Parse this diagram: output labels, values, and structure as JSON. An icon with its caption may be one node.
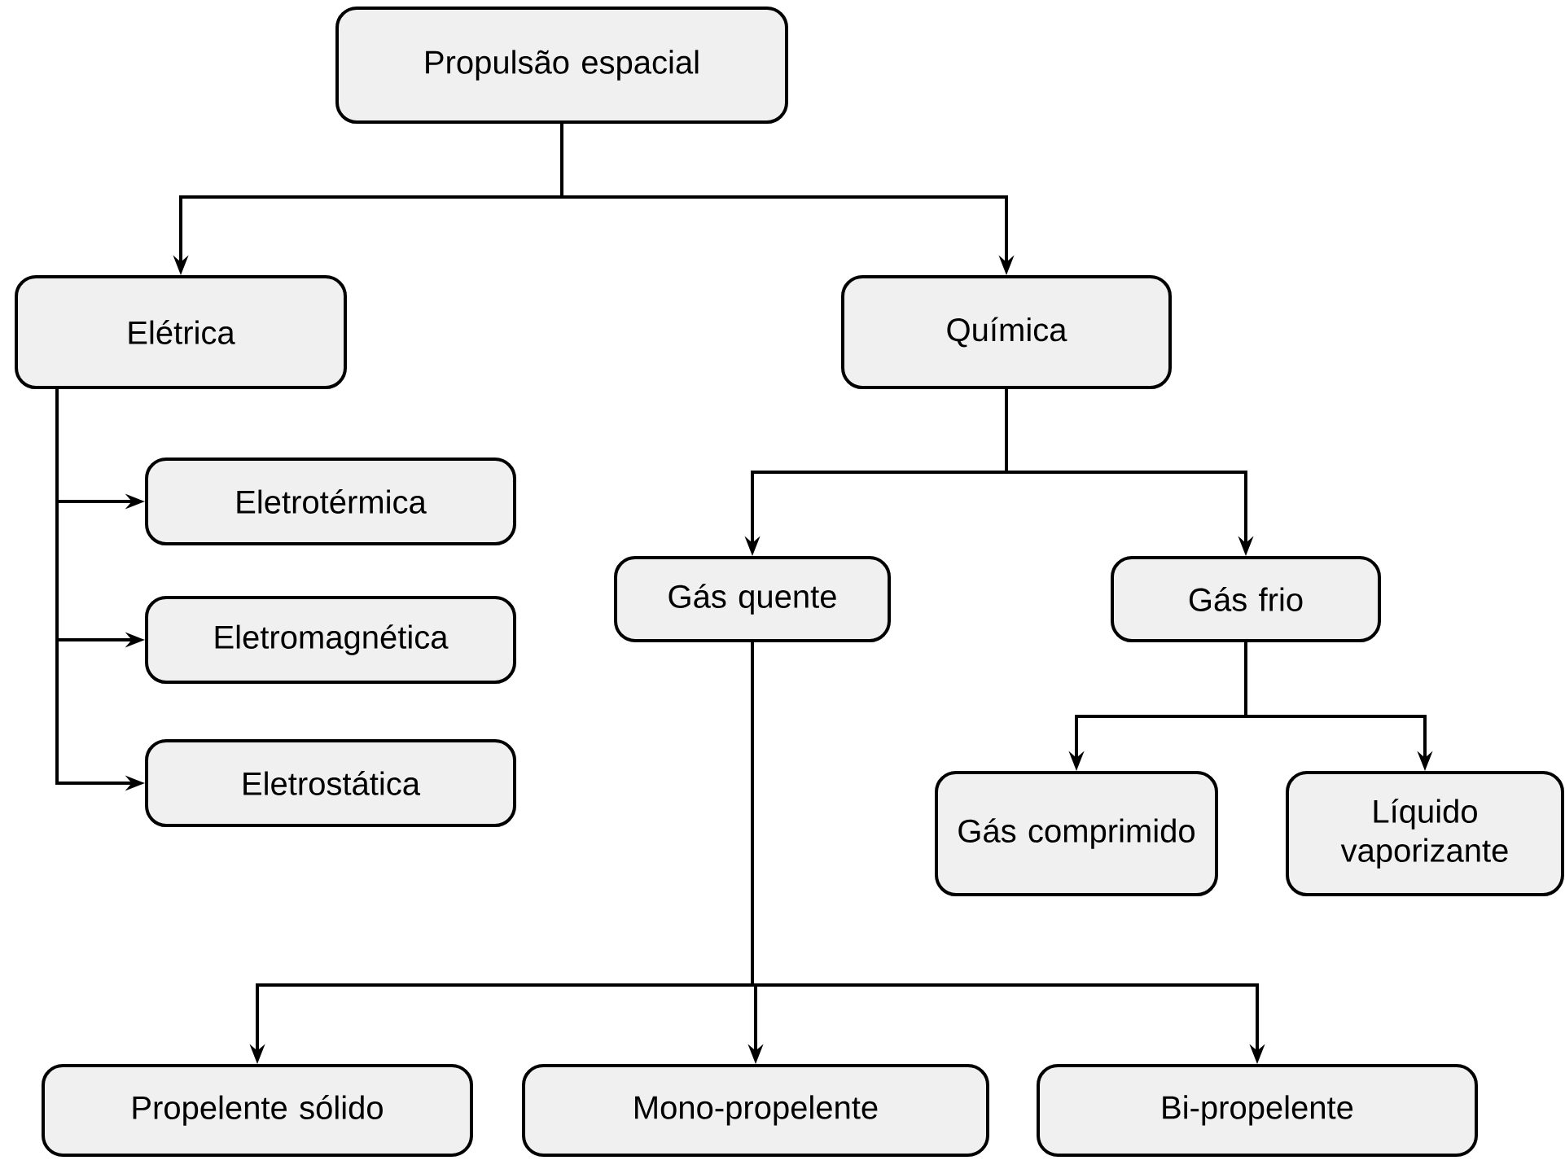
{
  "diagram": {
    "nodes": [
      {
        "text": [
          "Propulsão espacial"
        ]
      },
      {
        "text": [
          "Elétrica"
        ]
      },
      {
        "text": [
          "Química"
        ]
      },
      {
        "text": [
          "Eletrotérmica"
        ]
      },
      {
        "text": [
          "Eletromagnética"
        ]
      },
      {
        "text": [
          "Eletrostática"
        ]
      },
      {
        "text": [
          "Gás quente"
        ]
      },
      {
        "text": [
          "Gás frio"
        ]
      },
      {
        "text": [
          "Gás comprimido"
        ]
      },
      {
        "text": [
          "Líquido vaporizante"
        ]
      },
      {
        "text": [
          "Propelente sólido"
        ]
      },
      {
        "text": [
          "Mono-propelente"
        ]
      },
      {
        "text": [
          "Bi-propelente"
        ]
      }
    ],
    "edges": [
      {
        "from": 0,
        "to": 1,
        "arrow": "to"
      },
      {
        "from": 0,
        "to": 2,
        "arrow": "to"
      },
      {
        "from": 1,
        "to": 3,
        "arrow": "to"
      },
      {
        "from": 1,
        "to": 4,
        "arrow": "to"
      },
      {
        "from": 1,
        "to": 5,
        "arrow": "to"
      },
      {
        "from": 2,
        "to": 6,
        "arrow": "to"
      },
      {
        "from": 2,
        "to": 7,
        "arrow": "to"
      },
      {
        "from": 7,
        "to": 8,
        "arrow": "to"
      },
      {
        "from": 7,
        "to": 9,
        "arrow": "to"
      },
      {
        "from": 6,
        "to": 10,
        "arrow": "to"
      },
      {
        "from": 6,
        "to": 11,
        "arrow": "to"
      },
      {
        "from": 6,
        "to": 12,
        "arrow": "to"
      }
    ]
  }
}
